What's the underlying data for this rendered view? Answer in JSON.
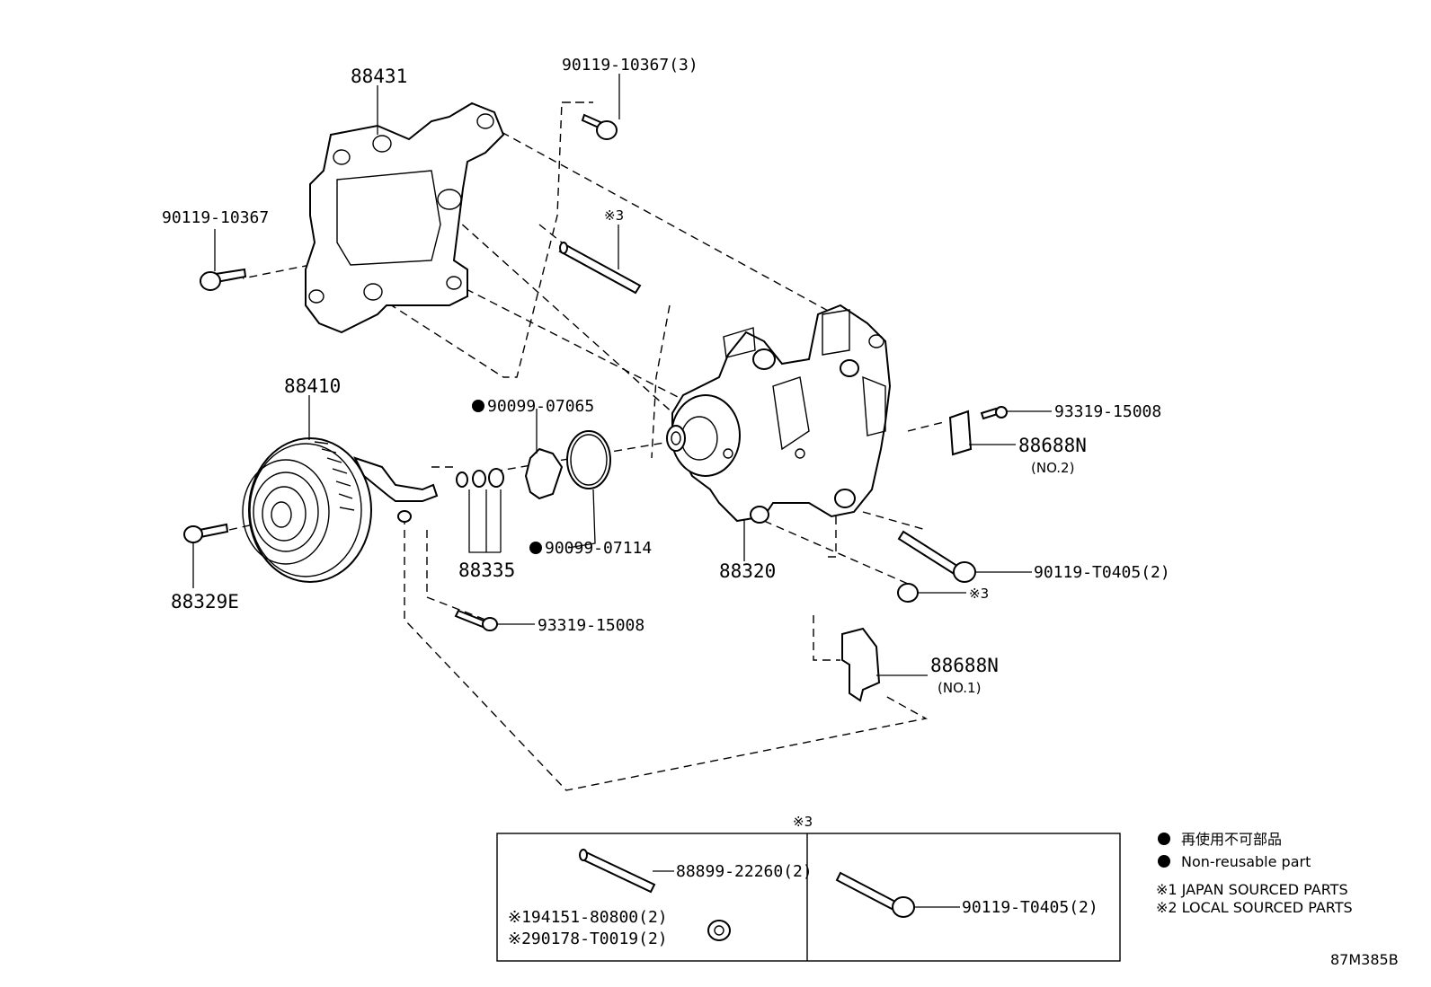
{
  "diagram_id": "87M385B",
  "callouts": {
    "bracket": "88431",
    "bracket_bolt_top": "90119-10367(3)",
    "bracket_bolt_left": "90119-10367",
    "stud_mark": "※3",
    "clutch": "88410",
    "ring_a": "90099-07065",
    "ring_b": "90099-07114",
    "shims": "88335",
    "center_bolt": "88329E",
    "sensor_screw": "93319-15008",
    "compressor": "88320",
    "sensor_bracket_screw": "93319-15008",
    "bracket_no2": "88688N",
    "bracket_no2_sub": "(NO.2)",
    "comp_bolt": "90119-T0405(2)",
    "nut_mark": "※3",
    "bracket_no1": "88688N",
    "bracket_no1_sub": "(NO.1)"
  },
  "box": {
    "mark": "※3",
    "stud": "88899-22260(2)",
    "nut_a": "※194151-80800(2)",
    "nut_b": "※290178-T0019(2)",
    "bolt": "90119-T0405(2)"
  },
  "legend": {
    "jp": "再使用不可部品",
    "en": "Non-reusable part",
    "note1": "※1 JAPAN SOURCED PARTS",
    "note2": "※2 LOCAL SOURCED PARTS"
  }
}
